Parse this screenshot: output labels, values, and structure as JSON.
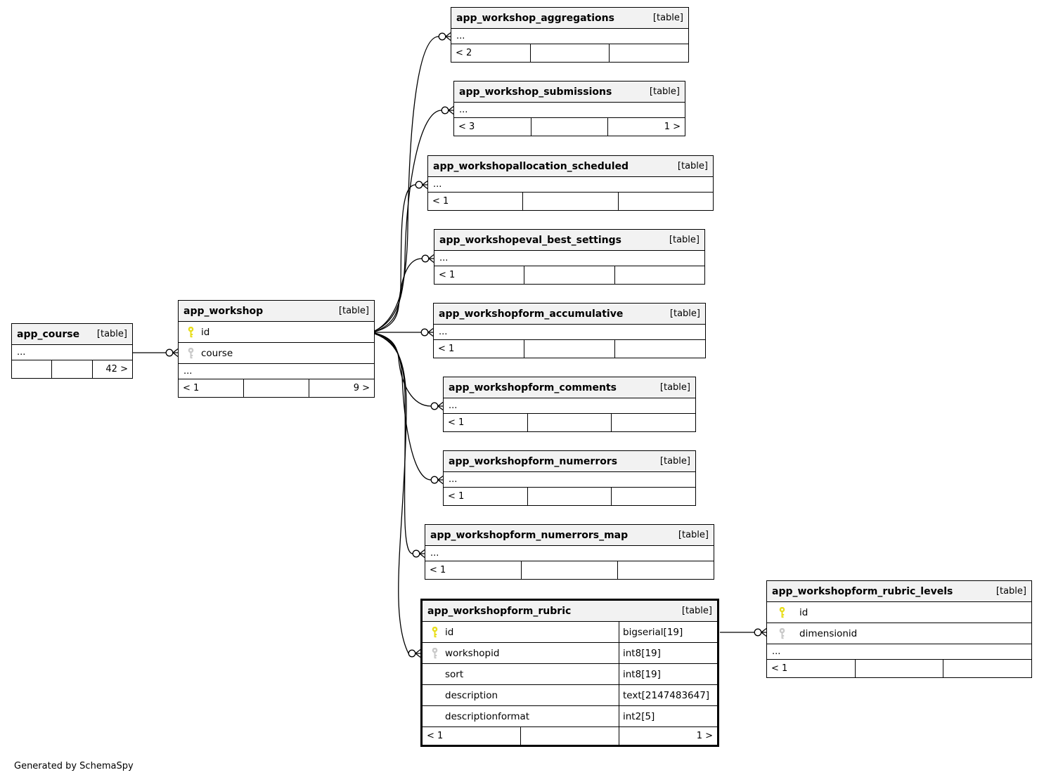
{
  "page": {
    "generated_by": "Generated by SchemaSpy"
  },
  "colors": {
    "pk_key": "#e8de1b",
    "fk_key": "#c9c9c9",
    "header_bg": "#f2f2f2",
    "border": "#000000"
  },
  "tables": [
    {
      "name": "app_course",
      "badge": "[table]",
      "ellipsis": "...",
      "footer": {
        "left": "",
        "mid": "",
        "right": "42 >"
      }
    },
    {
      "name": "app_workshop",
      "badge": "[table]",
      "columns": [
        {
          "name": "id",
          "key": "primary"
        },
        {
          "name": "course",
          "key": "foreign"
        }
      ],
      "ellipsis": "...",
      "footer": {
        "left": "< 1",
        "mid": "",
        "right": "9 >"
      }
    },
    {
      "name": "app_workshop_aggregations",
      "badge": "[table]",
      "ellipsis": "...",
      "footer": {
        "left": "< 2",
        "mid": "",
        "right": ""
      }
    },
    {
      "name": "app_workshop_submissions",
      "badge": "[table]",
      "ellipsis": "...",
      "footer": {
        "left": "< 3",
        "mid": "",
        "right": "1 >"
      }
    },
    {
      "name": "app_workshopallocation_scheduled",
      "badge": "[table]",
      "ellipsis": "...",
      "footer": {
        "left": "< 1",
        "mid": "",
        "right": ""
      }
    },
    {
      "name": "app_workshopeval_best_settings",
      "badge": "[table]",
      "ellipsis": "...",
      "footer": {
        "left": "< 1",
        "mid": "",
        "right": ""
      }
    },
    {
      "name": "app_workshopform_accumulative",
      "badge": "[table]",
      "ellipsis": "...",
      "footer": {
        "left": "< 1",
        "mid": "",
        "right": ""
      }
    },
    {
      "name": "app_workshopform_comments",
      "badge": "[table]",
      "ellipsis": "...",
      "footer": {
        "left": "< 1",
        "mid": "",
        "right": ""
      }
    },
    {
      "name": "app_workshopform_numerrors",
      "badge": "[table]",
      "ellipsis": "...",
      "footer": {
        "left": "< 1",
        "mid": "",
        "right": ""
      }
    },
    {
      "name": "app_workshopform_numerrors_map",
      "badge": "[table]",
      "ellipsis": "...",
      "footer": {
        "left": "< 1",
        "mid": "",
        "right": ""
      }
    },
    {
      "name": "app_workshopform_rubric",
      "badge": "[table]",
      "columns": [
        {
          "name": "id",
          "key": "primary",
          "type": "bigserial[19]"
        },
        {
          "name": "workshopid",
          "key": "foreign",
          "type": "int8[19]"
        },
        {
          "name": "sort",
          "key": "",
          "type": "int8[19]"
        },
        {
          "name": "description",
          "key": "",
          "type": "text[2147483647]"
        },
        {
          "name": "descriptionformat",
          "key": "",
          "type": "int2[5]"
        }
      ],
      "footer": {
        "left": "< 1",
        "mid": "",
        "right": "1 >"
      }
    },
    {
      "name": "app_workshopform_rubric_levels",
      "badge": "[table]",
      "columns": [
        {
          "name": "id",
          "key": "primary"
        },
        {
          "name": "dimensionid",
          "key": "foreign"
        }
      ],
      "ellipsis": "...",
      "footer": {
        "left": "< 1",
        "mid": "",
        "right": ""
      }
    }
  ]
}
